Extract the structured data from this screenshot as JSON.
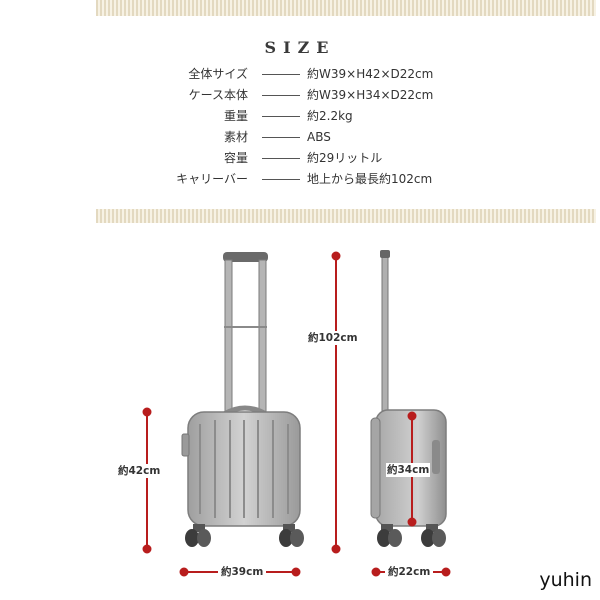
{
  "title": "SIZE",
  "specs": [
    {
      "label": "全体サイズ",
      "value": "約W39×H42×D22cm"
    },
    {
      "label": "ケース本体",
      "value": "約W39×H34×D22cm"
    },
    {
      "label": "重量",
      "value": "約2.2kg"
    },
    {
      "label": "素材",
      "value": "ABS"
    },
    {
      "label": "容量",
      "value": "約29リットル"
    },
    {
      "label": "キャリーバー",
      "value": "地上から最長約102cm"
    }
  ],
  "dimensions": {
    "total_height": "約102cm",
    "front_height": "約42cm",
    "width": "約39cm",
    "body_height": "約34cm",
    "depth": "約22cm"
  },
  "watermark": "yuhin",
  "colors": {
    "accent": "#b81d1d",
    "stripe": "#e3d9c0",
    "suitcase": "#b9b9b9"
  }
}
